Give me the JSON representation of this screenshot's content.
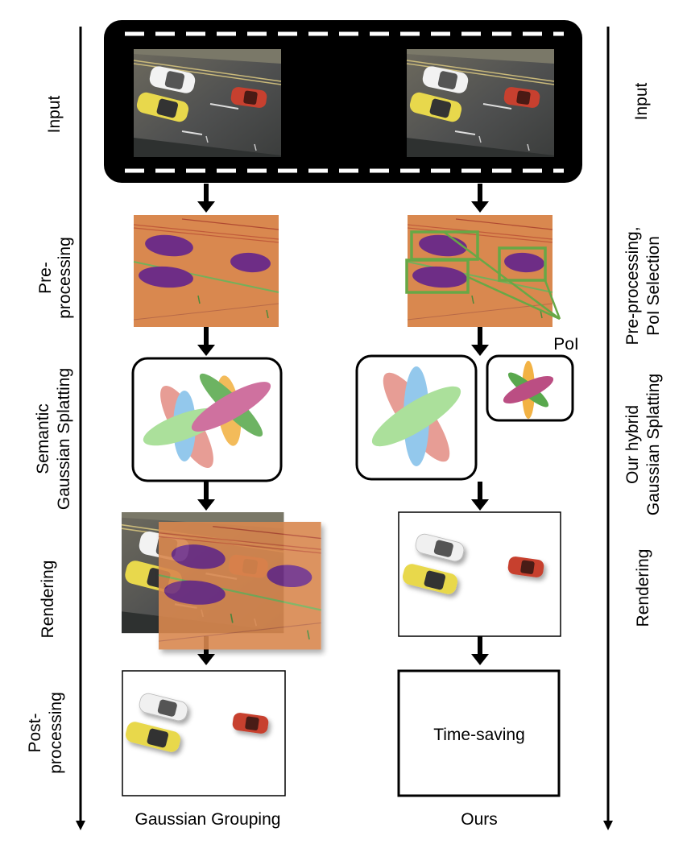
{
  "left_axis": {
    "stages": [
      {
        "lines": [
          "Input"
        ]
      },
      {
        "lines": [
          "Pre-",
          "processing"
        ]
      },
      {
        "lines": [
          "Semantic",
          "Gaussian Splatting"
        ]
      },
      {
        "lines": [
          "Rendering"
        ]
      },
      {
        "lines": [
          "Post-",
          "processing"
        ]
      }
    ]
  },
  "right_axis": {
    "stages": [
      {
        "lines": [
          "Input"
        ]
      },
      {
        "lines": [
          "Pre-processing,",
          "PoI Selection"
        ]
      },
      {
        "lines": [
          "Our hybrid",
          "Gaussian Splatting"
        ]
      },
      {
        "lines": [
          "Rendering"
        ]
      }
    ]
  },
  "columns": {
    "left_caption": "Gaussian Grouping",
    "right_caption": "Ours"
  },
  "annotations": {
    "poi_label": "PoI",
    "time_saving_label": "Time-saving"
  },
  "colors": {
    "film": "#000000",
    "mask_orange": "#d9884f",
    "car_mask_purple": "#6e2d86",
    "poi_box_green": "#67a846",
    "ellipse_red": "#e07d72",
    "ellipse_blue": "#6fb6e6",
    "ellipse_green": "#8fd67a",
    "ellipse_dark_green": "#3d9a2e",
    "ellipse_orange": "#f0a524",
    "ellipse_magenta": "#b0306e"
  }
}
